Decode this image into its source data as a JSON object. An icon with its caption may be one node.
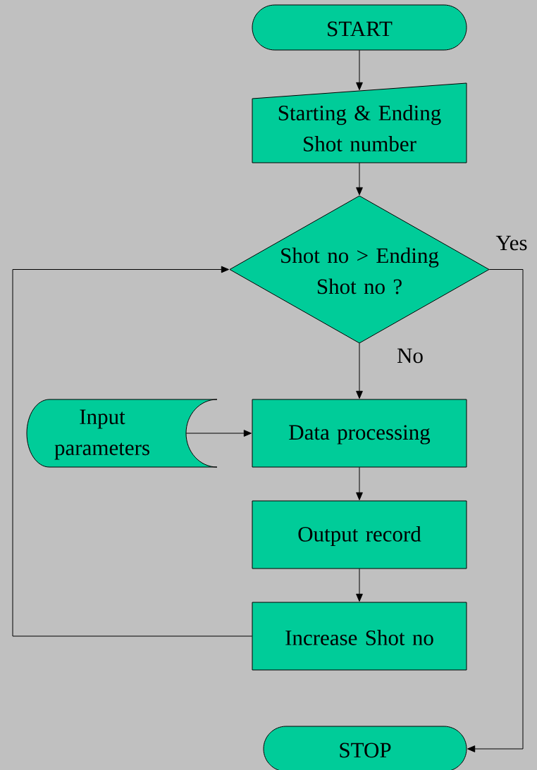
{
  "diagram": {
    "nodes": [
      {
        "text": [
          "START"
        ]
      },
      {
        "text": [
          "Starting & Ending Shot number"
        ]
      },
      {
        "text": [
          "Shot no > Ending Shot no ?"
        ]
      },
      {
        "text": [
          "Input parameters"
        ]
      },
      {
        "text": [
          "Data processing"
        ]
      },
      {
        "text": [
          "Output record"
        ]
      },
      {
        "text": [
          "Increase Shot no"
        ]
      },
      {
        "text": [
          "STOP"
        ]
      }
    ],
    "edges": [
      {
        "from": 0,
        "to": 1,
        "arrow": "to"
      },
      {
        "from": 1,
        "to": 2,
        "arrow": "to"
      },
      {
        "from": 2,
        "to": 4,
        "arrow": "to",
        "label": "No"
      },
      {
        "from": 2,
        "to": 7,
        "arrow": "to",
        "label": "Yes"
      },
      {
        "from": 3,
        "to": 4,
        "arrow": "to"
      },
      {
        "from": 4,
        "to": 5,
        "arrow": "to"
      },
      {
        "from": 5,
        "to": 6,
        "arrow": "to"
      },
      {
        "from": 6,
        "to": 2,
        "arrow": "to"
      }
    ]
  }
}
